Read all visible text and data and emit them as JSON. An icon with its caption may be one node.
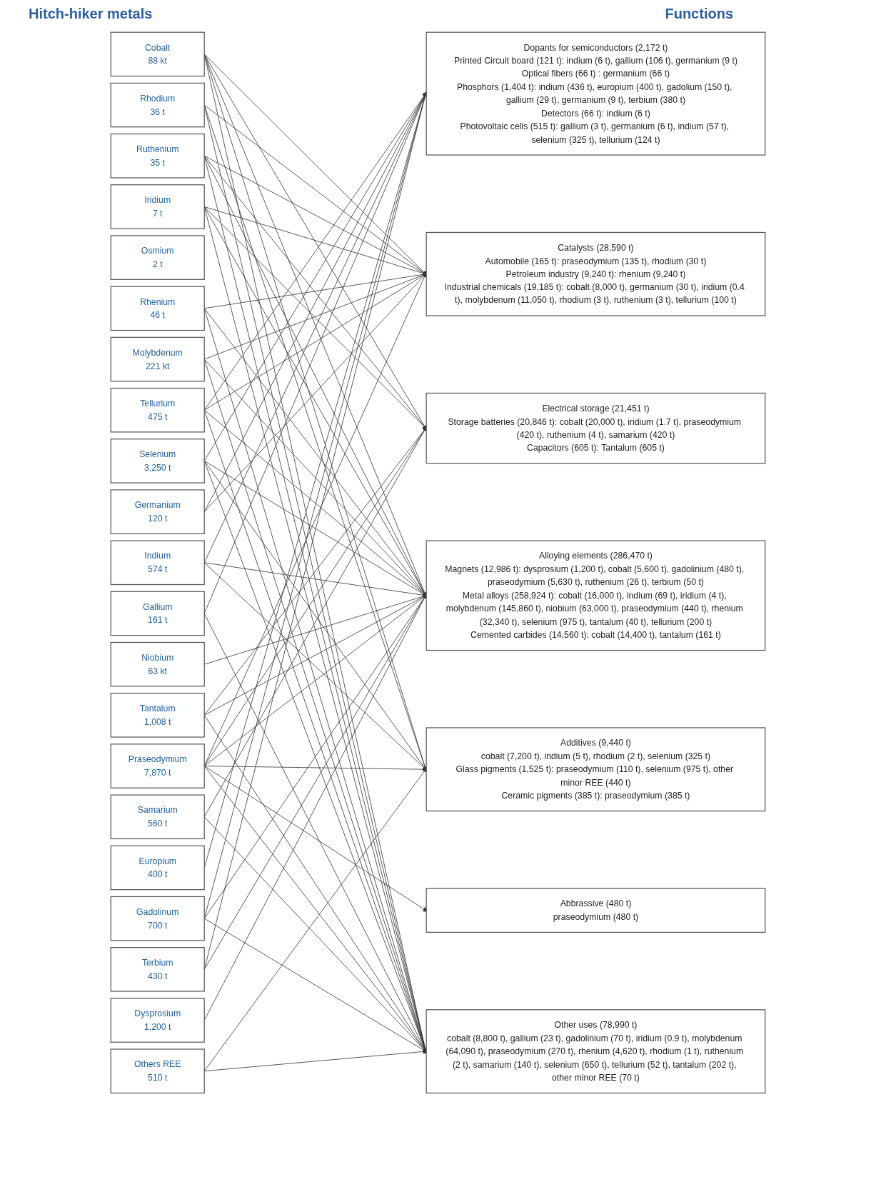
{
  "diagram": {
    "nodes": [
      {
        "text": [
          "Cobalt",
          "88 kt"
        ]
      },
      {
        "text": [
          "Rhodium",
          "36 t"
        ]
      },
      {
        "text": [
          "Ruthenium",
          "35 t"
        ]
      },
      {
        "text": [
          "Iridium",
          "7 t"
        ]
      },
      {
        "text": [
          "Osmium",
          "2 t"
        ]
      },
      {
        "text": [
          "Rhenium",
          "46 t"
        ]
      },
      {
        "text": [
          "Molybdenum",
          "221 kt"
        ]
      },
      {
        "text": [
          "Tellurium",
          "475 t"
        ]
      },
      {
        "text": [
          "Selenium",
          "3,250 t"
        ]
      },
      {
        "text": [
          "Germanium",
          "120 t"
        ]
      },
      {
        "text": [
          "Indium",
          "574 t"
        ]
      },
      {
        "text": [
          "Gallium",
          "161 t"
        ]
      },
      {
        "text": [
          "Niobium",
          "63 kt"
        ]
      },
      {
        "text": [
          "Tantalum",
          "1,008 t"
        ]
      },
      {
        "text": [
          "Praseodymium",
          "7,870 t"
        ]
      },
      {
        "text": [
          "Samarium",
          "560 t"
        ]
      },
      {
        "text": [
          "Europium",
          "400 t"
        ]
      },
      {
        "text": [
          "Gadolinum",
          "700 t"
        ]
      },
      {
        "text": [
          "Terbium",
          "430 t"
        ]
      },
      {
        "text": [
          "Dysprosium",
          "1,200 t"
        ]
      },
      {
        "text": [
          "Others REE",
          "510 t"
        ]
      },
      {
        "text": [
          "Dopants for semiconductors (2,172 t)",
          "Printed Circuit board (121 t): indium (6 t), gallium (106 t), germanium (9 t)",
          "Optical fibers (66 t) : germanium (66 t)",
          "Phosphors (1,404 t): indium (436 t), europium (400 t), gadolium (150 t), gallium (29 t), germanium (9 t), terbium (380 t)",
          "Detectors (66 t): indium (6 t)",
          "Photovoltaic cells (515 t): gallium (3 t), germanium (6 t), indium (57 t), selenium (325 t), tellurium (124 t)"
        ]
      },
      {
        "text": [
          "Catalysts (28,590 t)",
          "Automobile (165 t): praseodymium (135 t), rhodium (30 t)",
          "Petroleum industry (9,240 t): rhenium (9,240 t)",
          "Industrial chemicals (19,185 t): cobalt (8,000 t), germanium (30 t), iridium (0.4 t), molybdenum (11,050 t), rhodium (3 t), ruthenium (3 t), tellurium (100 t)"
        ]
      },
      {
        "text": [
          "Electrical storage (21,451 t)",
          "Storage batteries (20,846 t): cobalt (20,000 t), iridium (1.7 t), praseodymium (420 t), ruthenium (4 t), samarium (420 t)",
          "Capacitors (605 t): Tantalum (605 t)"
        ]
      },
      {
        "text": [
          "Alloying elements (286,470 t)",
          "Magnets (12,986 t): dysprosium (1,200 t), cobalt (5,600 t), gadolinium (480 t), praseodymium (5,630 t), ruthenium (26 t), terbium (50 t)",
          "Metal alloys (258,924 t): cobalt (16,000 t), indium (69 t), iridium (4 t), molybdenum (145,860 t), niobium (63,000 t), praseodymium (440 t), rhenium (32,340 t), selenium (975 t), tantalum (40 t), tellurium (200 t)",
          "Cemented carbides (14,560 t): cobalt (14,400 t), tantalum (161 t)"
        ]
      },
      {
        "text": [
          "Additives (9,440 t)",
          "cobalt (7,200 t), indium (5 t), rhodium (2 t), selenium (325 t)",
          "Glass pigments (1,525 t): praseodymium (110 t), selenium (975 t), other minor REE (440 t)",
          "Ceramic pigments (385 t): praseodymium (385 t)"
        ]
      },
      {
        "text": [
          "Abbrassive (480 t)",
          "praseodymium (480 t)"
        ]
      },
      {
        "text": [
          "Other uses (78,990 t)",
          "cobalt (8,800 t), gallium (23 t), gadolinium (70 t), iridium (0.9 t), molybdenum (64,090 t), praseodymium (270 t), rhenium (4,620 t), rhodium (1 t), ruthenium (2 t), samarium (140 t), selenium (650 t), tellurium (52 t), tantalum (202 t), other minor REE (70 t)"
        ]
      }
    ],
    "edges": [
      {
        "from": 10,
        "to": 21,
        "arrow": "to"
      },
      {
        "from": 11,
        "to": 21,
        "arrow": "to"
      },
      {
        "from": 9,
        "to": 21,
        "arrow": "to"
      },
      {
        "from": 16,
        "to": 21,
        "arrow": "to"
      },
      {
        "from": 17,
        "to": 21,
        "arrow": "to"
      },
      {
        "from": 18,
        "to": 21,
        "arrow": "to"
      },
      {
        "from": 8,
        "to": 21,
        "arrow": "to"
      },
      {
        "from": 7,
        "to": 21,
        "arrow": "to"
      },
      {
        "from": 14,
        "to": 22,
        "arrow": "to"
      },
      {
        "from": 1,
        "to": 22,
        "arrow": "to"
      },
      {
        "from": 5,
        "to": 22,
        "arrow": "to"
      },
      {
        "from": 0,
        "to": 22,
        "arrow": "to"
      },
      {
        "from": 9,
        "to": 22,
        "arrow": "to"
      },
      {
        "from": 3,
        "to": 22,
        "arrow": "to"
      },
      {
        "from": 6,
        "to": 22,
        "arrow": "to"
      },
      {
        "from": 2,
        "to": 22,
        "arrow": "to"
      },
      {
        "from": 7,
        "to": 22,
        "arrow": "to"
      },
      {
        "from": 0,
        "to": 23,
        "arrow": "to"
      },
      {
        "from": 3,
        "to": 23,
        "arrow": "to"
      },
      {
        "from": 14,
        "to": 23,
        "arrow": "to"
      },
      {
        "from": 2,
        "to": 23,
        "arrow": "to"
      },
      {
        "from": 15,
        "to": 23,
        "arrow": "to"
      },
      {
        "from": 13,
        "to": 23,
        "arrow": "to"
      },
      {
        "from": 19,
        "to": 24,
        "arrow": "to"
      },
      {
        "from": 0,
        "to": 24,
        "arrow": "to"
      },
      {
        "from": 17,
        "to": 24,
        "arrow": "to"
      },
      {
        "from": 14,
        "to": 24,
        "arrow": "to"
      },
      {
        "from": 2,
        "to": 24,
        "arrow": "to"
      },
      {
        "from": 18,
        "to": 24,
        "arrow": "to"
      },
      {
        "from": 10,
        "to": 24,
        "arrow": "to"
      },
      {
        "from": 3,
        "to": 24,
        "arrow": "to"
      },
      {
        "from": 6,
        "to": 24,
        "arrow": "to"
      },
      {
        "from": 12,
        "to": 24,
        "arrow": "to"
      },
      {
        "from": 5,
        "to": 24,
        "arrow": "to"
      },
      {
        "from": 8,
        "to": 24,
        "arrow": "to"
      },
      {
        "from": 13,
        "to": 24,
        "arrow": "to"
      },
      {
        "from": 7,
        "to": 24,
        "arrow": "to"
      },
      {
        "from": 0,
        "to": 25,
        "arrow": "to"
      },
      {
        "from": 10,
        "to": 25,
        "arrow": "to"
      },
      {
        "from": 1,
        "to": 25,
        "arrow": "to"
      },
      {
        "from": 8,
        "to": 25,
        "arrow": "to"
      },
      {
        "from": 14,
        "to": 25,
        "arrow": "to"
      },
      {
        "from": 20,
        "to": 25,
        "arrow": "to"
      },
      {
        "from": 14,
        "to": 26,
        "arrow": "to"
      },
      {
        "from": 0,
        "to": 27,
        "arrow": "to"
      },
      {
        "from": 11,
        "to": 27,
        "arrow": "to"
      },
      {
        "from": 17,
        "to": 27,
        "arrow": "to"
      },
      {
        "from": 3,
        "to": 27,
        "arrow": "to"
      },
      {
        "from": 6,
        "to": 27,
        "arrow": "to"
      },
      {
        "from": 14,
        "to": 27,
        "arrow": "to"
      },
      {
        "from": 5,
        "to": 27,
        "arrow": "to"
      },
      {
        "from": 1,
        "to": 27,
        "arrow": "to"
      },
      {
        "from": 2,
        "to": 27,
        "arrow": "to"
      },
      {
        "from": 15,
        "to": 27,
        "arrow": "to"
      },
      {
        "from": 8,
        "to": 27,
        "arrow": "to"
      },
      {
        "from": 7,
        "to": 27,
        "arrow": "to"
      },
      {
        "from": 13,
        "to": 27,
        "arrow": "to"
      },
      {
        "from": 20,
        "to": 27,
        "arrow": "to"
      }
    ],
    "labels": [
      "Hitch-hiker metals",
      "Functions"
    ]
  }
}
